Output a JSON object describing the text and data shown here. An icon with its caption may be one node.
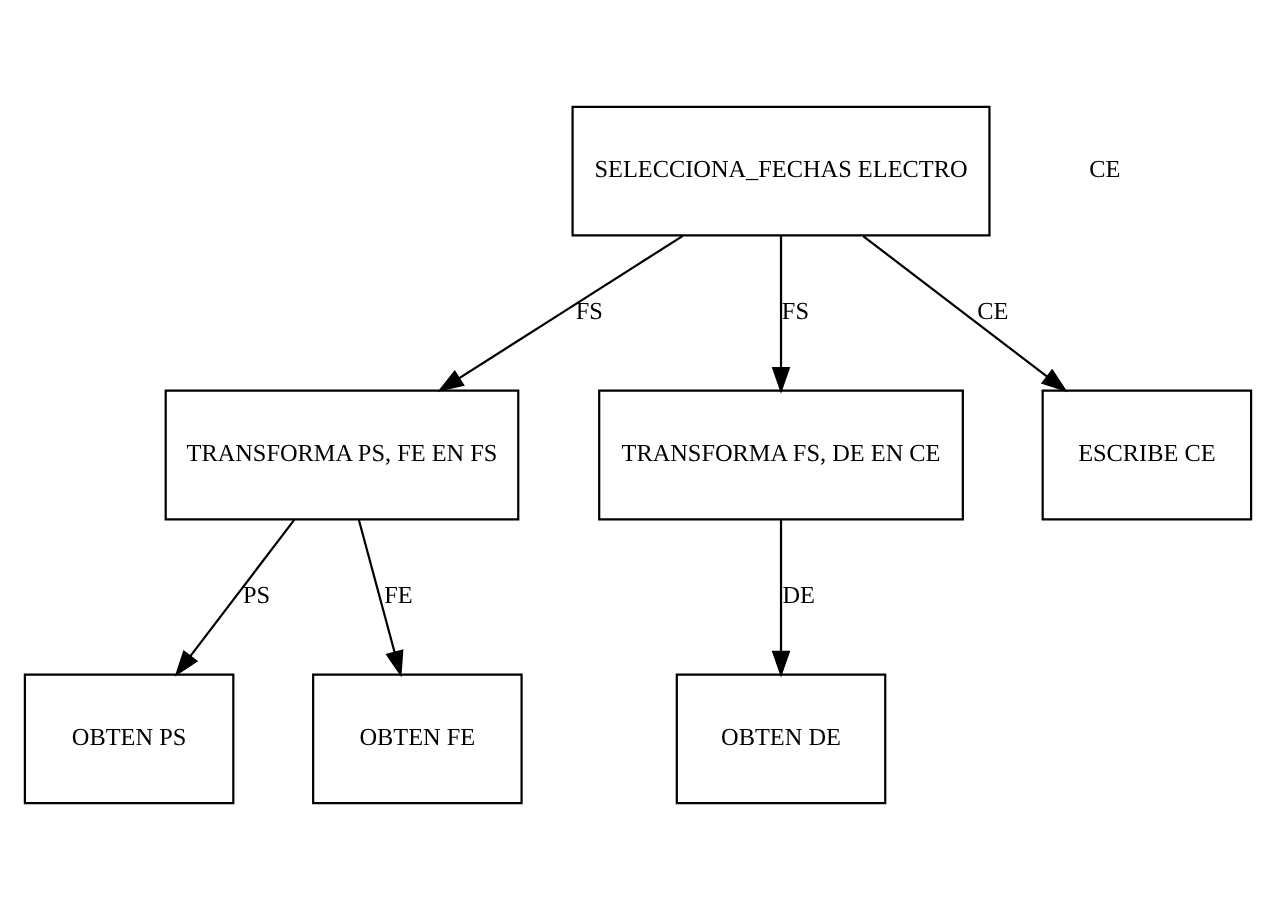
{
  "diagram": {
    "nodes": [
      {
        "text": [
          "SELECCIONA_FECHAS ELECTRO"
        ]
      },
      {
        "text": [
          "TRANSFORMA PS, FE EN FS"
        ]
      },
      {
        "text": [
          "TRANSFORMA FS, DE EN CE"
        ]
      },
      {
        "text": [
          "ESCRIBE CE"
        ]
      },
      {
        "text": [
          "OBTEN PS"
        ]
      },
      {
        "text": [
          "OBTEN FE"
        ]
      },
      {
        "text": [
          "OBTEN DE"
        ]
      }
    ],
    "edges": [
      {
        "from": 0,
        "to": 1,
        "arrow": "to",
        "label": "FS"
      },
      {
        "from": 0,
        "to": 2,
        "arrow": "to",
        "label": "FS"
      },
      {
        "from": 0,
        "to": 3,
        "arrow": "to",
        "label": "CE"
      },
      {
        "from": 1,
        "to": 4,
        "arrow": "to",
        "label": "PS"
      },
      {
        "from": 1,
        "to": 5,
        "arrow": "to",
        "label": "FE"
      },
      {
        "from": 2,
        "to": 6,
        "arrow": "to",
        "label": "DE"
      }
    ],
    "labels": [
      "CE"
    ]
  }
}
